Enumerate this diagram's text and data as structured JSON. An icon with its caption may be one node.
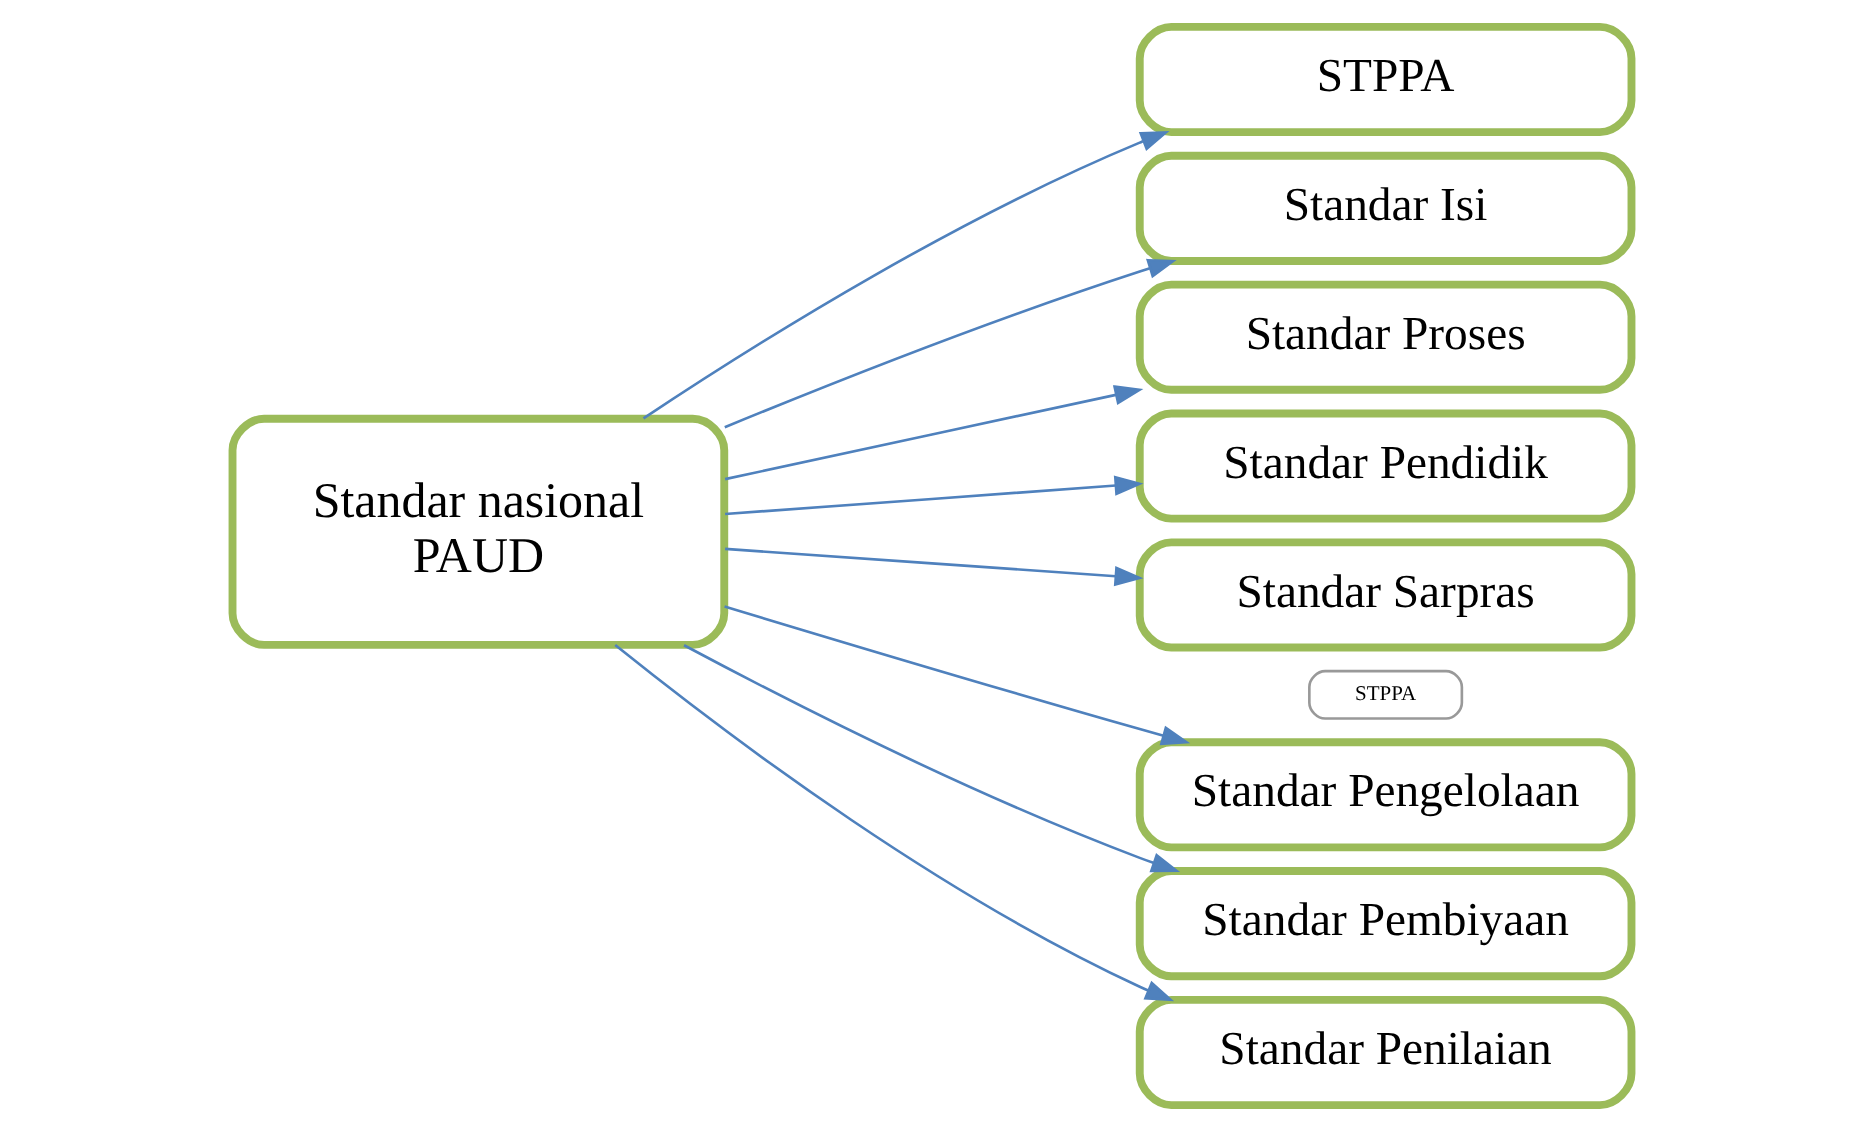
{
  "diagram": {
    "nodes": [
      {
        "text": [
          "Standar nasional",
          "PAUD"
        ]
      },
      {
        "text": [
          "STPPA"
        ]
      },
      {
        "text": [
          "Standar Isi"
        ]
      },
      {
        "text": [
          "Standar Proses"
        ]
      },
      {
        "text": [
          "Standar Pendidik"
        ]
      },
      {
        "text": [
          "Standar Sarpras"
        ]
      },
      {
        "text": [
          "STPPA"
        ]
      },
      {
        "text": [
          "Standar Pengelolaan"
        ]
      },
      {
        "text": [
          "Standar Pembiyaan"
        ]
      },
      {
        "text": [
          "Standar Penilaian"
        ]
      }
    ],
    "edges": [
      {
        "from": 0,
        "to": 1,
        "arrow": "to"
      },
      {
        "from": 0,
        "to": 2,
        "arrow": "to"
      },
      {
        "from": 0,
        "to": 3,
        "arrow": "to"
      },
      {
        "from": 0,
        "to": 4,
        "arrow": "to"
      },
      {
        "from": 0,
        "to": 5,
        "arrow": "to"
      },
      {
        "from": 0,
        "to": 7,
        "arrow": "to"
      },
      {
        "from": 0,
        "to": 8,
        "arrow": "to"
      },
      {
        "from": 0,
        "to": 9,
        "arrow": "to"
      }
    ]
  }
}
